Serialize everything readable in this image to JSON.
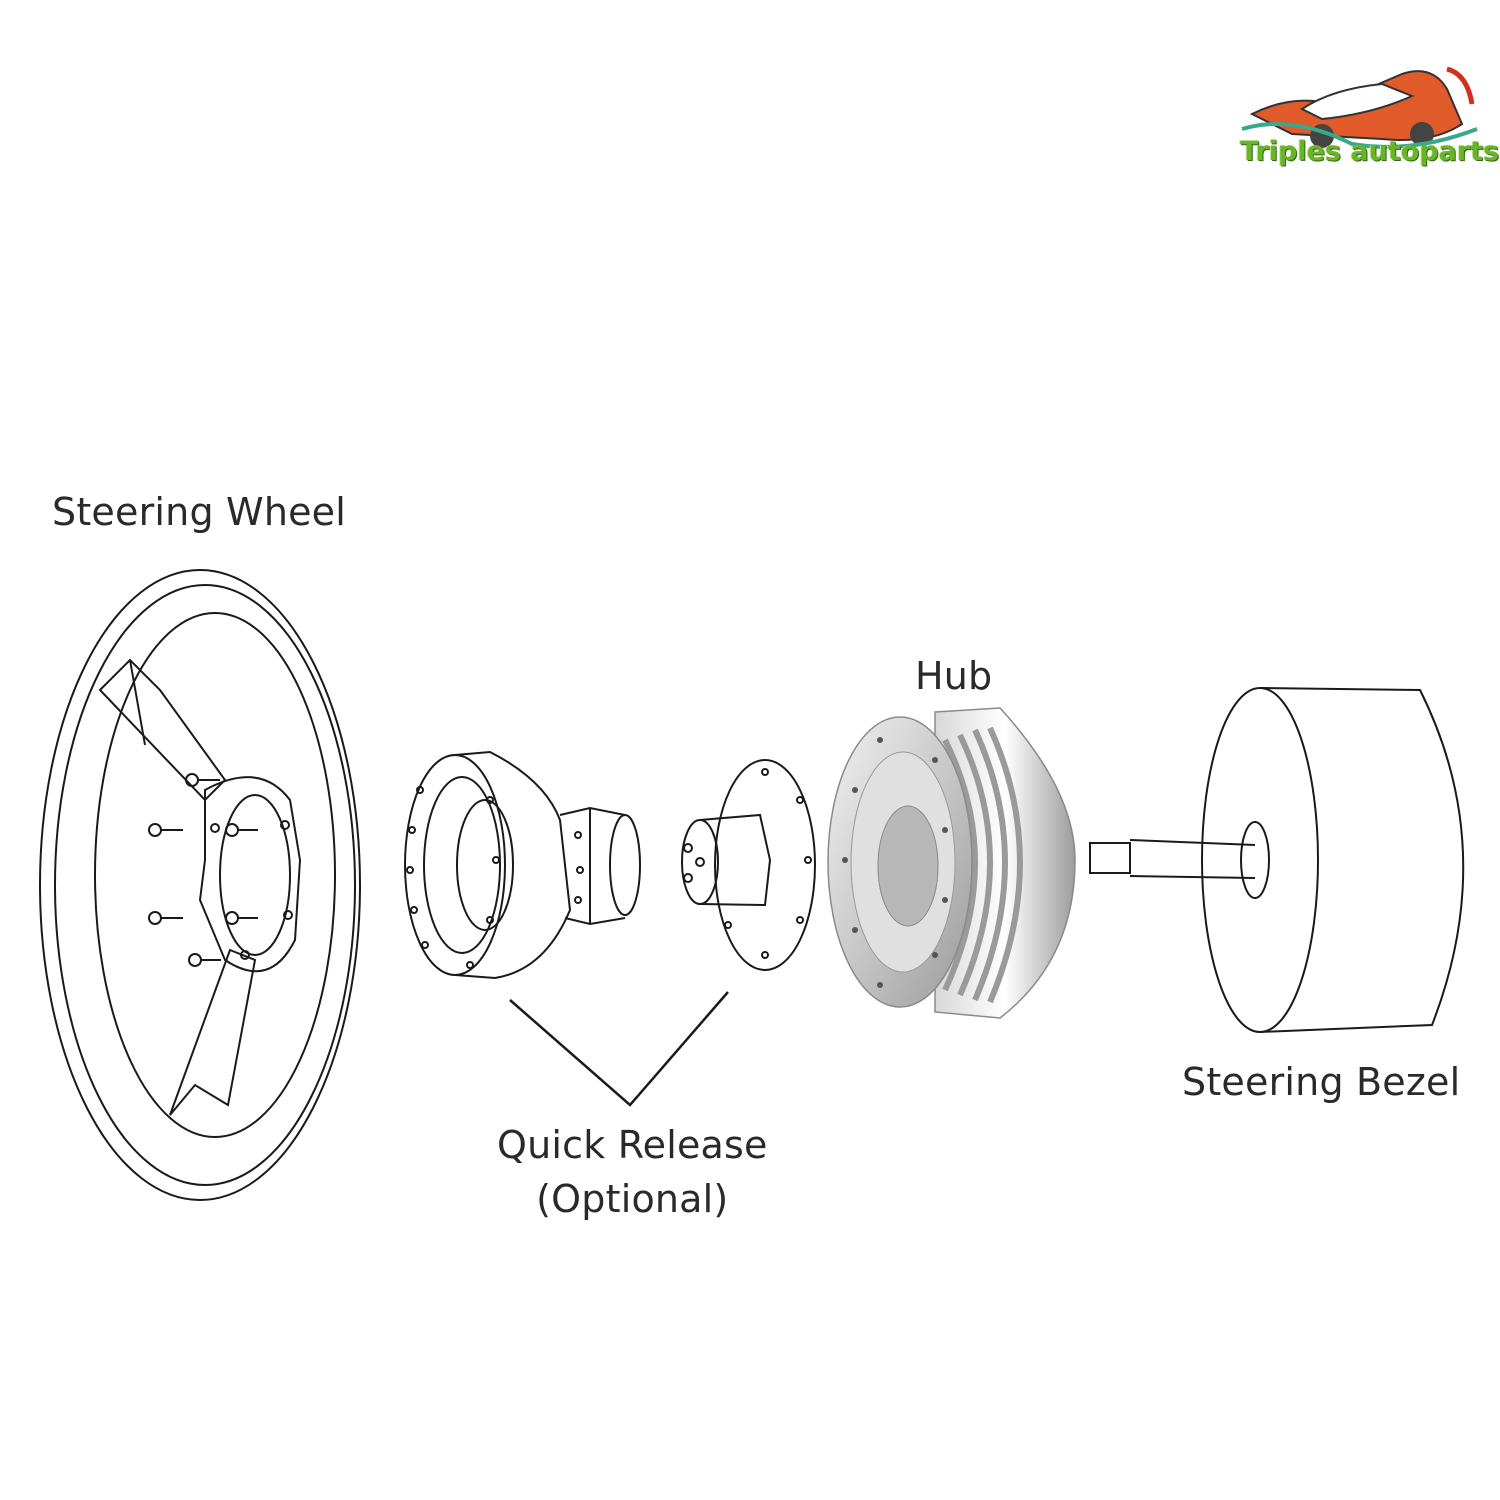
{
  "labels": {
    "steering_wheel": "Steering Wheel",
    "hub": "Hub",
    "steering_bezel": "Steering Bezel",
    "quick_release_line1": "Quick Release",
    "quick_release_line2": "(Optional)"
  },
  "brand": {
    "name": "Triples autoparts",
    "accent_color": "#6ab42a"
  }
}
